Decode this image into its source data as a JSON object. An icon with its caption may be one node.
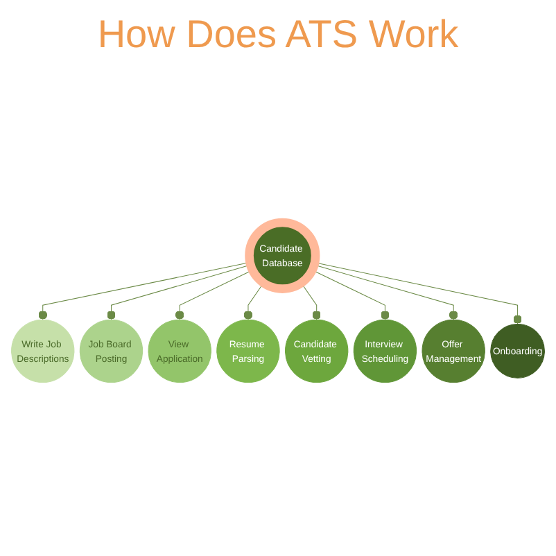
{
  "diagram": {
    "title": "How Does ATS Work",
    "nodes": [
      {
        "text": [
          "Candidate Database"
        ]
      },
      {
        "text": [
          "Write Job Descriptions"
        ]
      },
      {
        "text": [
          "Job Board Posting"
        ]
      },
      {
        "text": [
          "View Application"
        ]
      },
      {
        "text": [
          "Resume Parsing"
        ]
      },
      {
        "text": [
          "Candidate Vetting"
        ]
      },
      {
        "text": [
          "Interview Scheduling"
        ]
      },
      {
        "text": [
          "Offer Management"
        ]
      },
      {
        "text": [
          "Onboarding"
        ]
      }
    ],
    "edges": [
      {
        "from": 0,
        "to": 1,
        "arrow": "other"
      },
      {
        "from": 0,
        "to": 2,
        "arrow": "other"
      },
      {
        "from": 0,
        "to": 3,
        "arrow": "other"
      },
      {
        "from": 0,
        "to": 4,
        "arrow": "other"
      },
      {
        "from": 0,
        "to": 5,
        "arrow": "other"
      },
      {
        "from": 0,
        "to": 6,
        "arrow": "other"
      },
      {
        "from": 0,
        "to": 7,
        "arrow": "other"
      },
      {
        "from": 0,
        "to": 8,
        "arrow": "other"
      }
    ]
  }
}
